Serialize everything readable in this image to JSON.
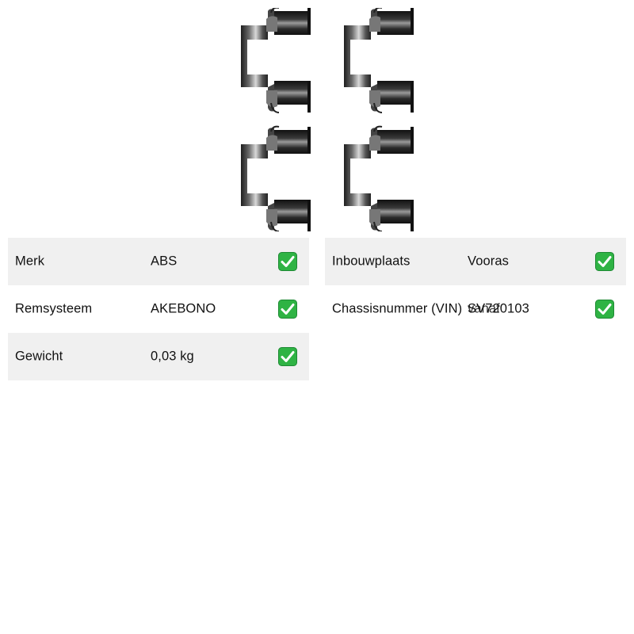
{
  "product": {
    "image_alt": "brake-pad-accessory-clips"
  },
  "specs_left": [
    {
      "label": "Merk",
      "value": "ABS",
      "icon": "check-icon"
    },
    {
      "label": "Remsysteem",
      "value": "AKEBONO",
      "icon": "check-icon"
    },
    {
      "label": "Gewicht",
      "value": "0,03 kg",
      "icon": "check-icon"
    }
  ],
  "specs_right": [
    {
      "label": "Inbouwplaats",
      "value": "Vooras",
      "icon": "check-icon"
    },
    {
      "label": "Chassisnummer (VIN)",
      "value_overlap": "vanaf",
      "value": "SV720103",
      "icon": "check-icon"
    }
  ],
  "colors": {
    "row_shade": "#f0f0f0",
    "check_green": "#2fb344",
    "check_border": "#1e8a34"
  }
}
